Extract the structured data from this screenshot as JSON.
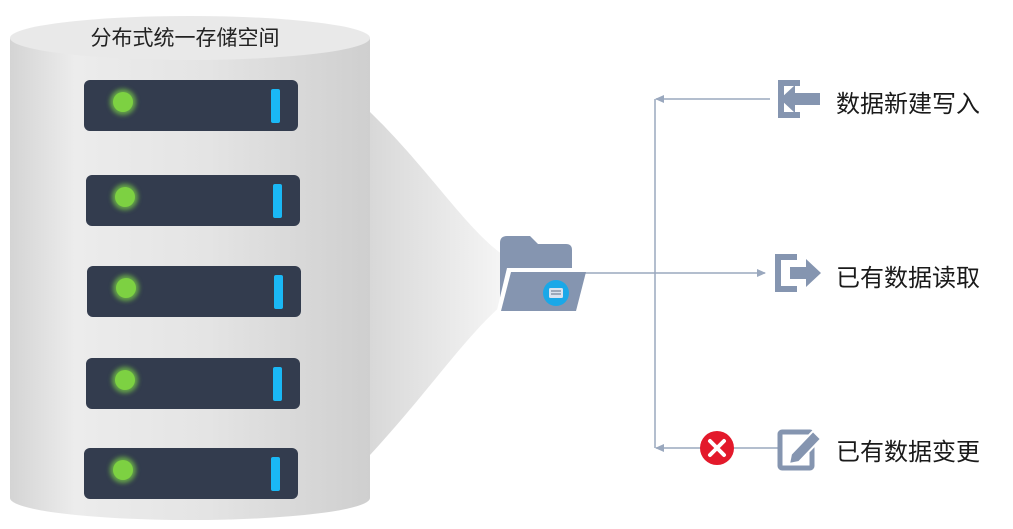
{
  "storage": {
    "title": "分布式统一存储空间",
    "servers": [
      {
        "status": "online"
      },
      {
        "status": "online"
      },
      {
        "status": "online"
      },
      {
        "status": "online"
      },
      {
        "status": "online"
      }
    ]
  },
  "operations": [
    {
      "label": "数据新建写入",
      "icon": "import-icon",
      "allowed": true
    },
    {
      "label": "已有数据读取",
      "icon": "export-icon",
      "allowed": true
    },
    {
      "label": "已有数据变更",
      "icon": "edit-icon",
      "allowed": false
    }
  ],
  "colors": {
    "server_body": "#333c4e",
    "led": "#7dd142",
    "indicator": "#1ab8f5",
    "icon": "#8595b0",
    "line": "#9aa8be",
    "deny": "#e3192b"
  }
}
